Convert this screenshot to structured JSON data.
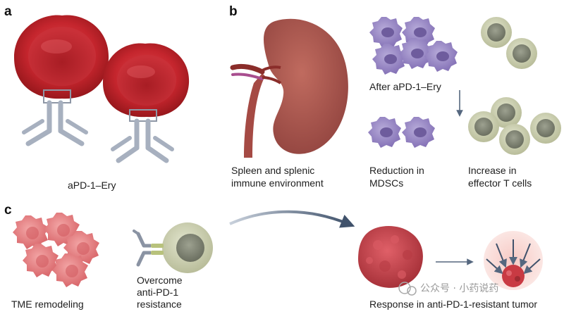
{
  "panels": {
    "a": {
      "letter": "a",
      "caption": "aPD-1–Ery"
    },
    "b": {
      "letter": "b",
      "spleen_caption_line1": "Spleen and splenic",
      "spleen_caption_line2": "immune environment",
      "after_label": "After aPD-1–Ery",
      "reduction_line1": "Reduction in",
      "reduction_line2": "MDSCs",
      "increase_line1": "Increase in",
      "increase_line2": "effector T cells"
    },
    "c": {
      "letter": "c",
      "tme_caption": "TME remodeling",
      "overcome_line1": "Overcome",
      "overcome_line2": "anti-PD-1",
      "overcome_line3": "resistance",
      "response_caption": "Response in anti-PD-1-resistant tumor"
    }
  },
  "watermark": "公众号 · 小药说药",
  "colors": {
    "rbc": "#c4252d",
    "rbc_dark": "#8f1519",
    "antibody": "#a7b0bf",
    "spleen": "#ab5a50",
    "mdsc": "#9b8bc6",
    "tcell": "#cfd3b5",
    "tumor": "#cc4a52",
    "tme": "#e77e7e",
    "arrow": "#55677f"
  }
}
